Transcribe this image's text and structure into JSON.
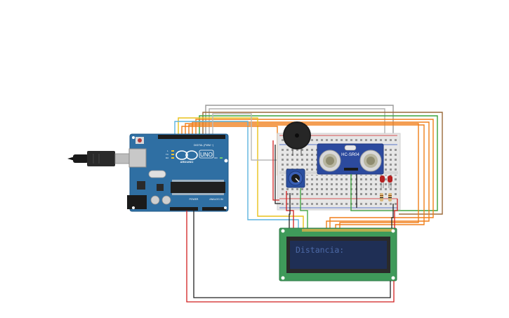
{
  "arduino": {
    "brand": "ARDUINO",
    "model": "UNO",
    "digital_label": "DIGITAL (PWM ~)",
    "power_label": "POWER",
    "analog_label": "ANALOG IN",
    "on_label": "ON",
    "tx_label": "TX",
    "rx_label": "RX",
    "l_label": "L"
  },
  "sensor": {
    "label": "HC-SR04"
  },
  "lcd": {
    "text": "Distancia:"
  },
  "colors": {
    "board_blue": "#2f6fa3",
    "breadboard": "#e6e6e6",
    "lcd_pcb": "#3f9a5a",
    "lcd_screen": "#1f2f55",
    "lcd_text": "#4d6aa8",
    "wire_orange": "#f07f1a",
    "wire_green": "#3aa33a",
    "wire_red": "#d11f1f",
    "wire_black": "#222222",
    "wire_yellow": "#e8c21a",
    "wire_blue": "#5cb4df",
    "wire_gray": "#9a9a9a",
    "wire_brown": "#9a6a3a"
  }
}
